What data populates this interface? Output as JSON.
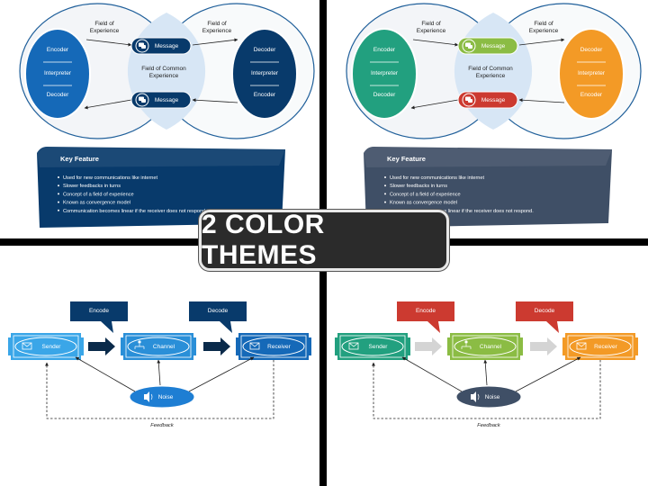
{
  "banner": {
    "text": "2 COLOR THEMES"
  },
  "venn": {
    "field_left": [
      "Field of",
      "Experience"
    ],
    "field_right": [
      "Field of",
      "Experience"
    ],
    "common": [
      "Field of Common",
      "Experience"
    ],
    "left_items": [
      "Encoder",
      "Interpreter",
      "Decoder"
    ],
    "right_items": [
      "Decoder",
      "Interpreter",
      "Encoder"
    ],
    "message_top": "Message",
    "message_bottom": "Message"
  },
  "key_feature": {
    "title": "Key Feature",
    "bullets": [
      "Used for new communications like internet",
      "Slower feedbacks in turns",
      "Concept of a field of experience",
      "Known as convergence model",
      "Communication becomes linear if the receiver does not respond."
    ]
  },
  "flow": {
    "sender": "Sender",
    "channel": "Channel",
    "receiver": "Receiver",
    "encode": "Encode",
    "decode": "Decode",
    "noise": "Noise",
    "feedback": "Feedback"
  },
  "themes": {
    "blue": {
      "left_circle": "#1569b8",
      "right_circle": "#083a6b",
      "msg_top": "#083a6b",
      "msg_bottom": "#083a6b",
      "panel": "#083a6b",
      "flow_sender": "#3aa6e8",
      "flow_channel": "#2a8fd8",
      "flow_receiver": "#1569b8",
      "callout": "#083a6b",
      "arrow": "#0a2a4a",
      "noise": "#1e7ed3"
    },
    "multi": {
      "left_circle": "#22a07f",
      "right_circle": "#f39a26",
      "msg_top": "#8bbc44",
      "msg_bottom": "#cc3a30",
      "panel": "#3f4f66",
      "flow_sender": "#22a07f",
      "flow_channel": "#8bbc44",
      "flow_receiver": "#f39a26",
      "callout": "#cc3a30",
      "arrow": "#d4d4d4",
      "noise": "#3f4f66"
    }
  }
}
